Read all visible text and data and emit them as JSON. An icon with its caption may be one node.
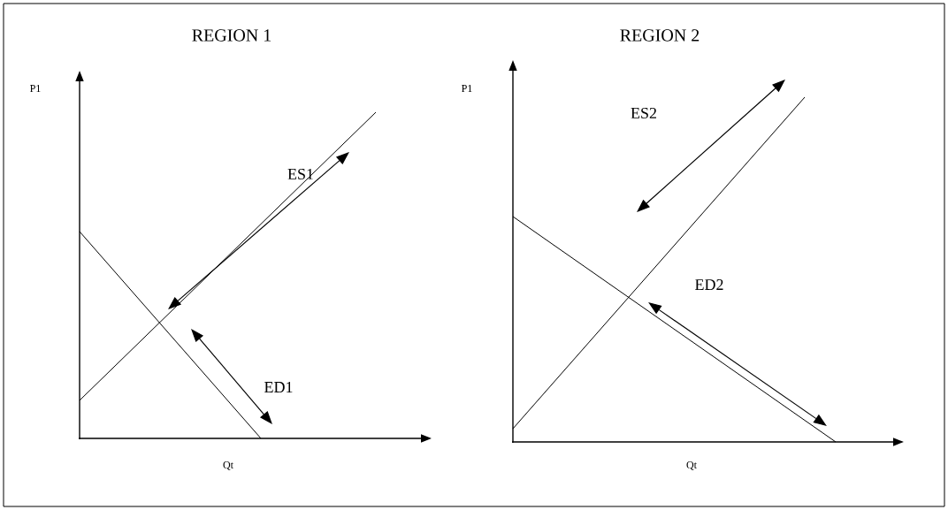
{
  "diagram": {
    "labels": [
      "REGION 1",
      "P1",
      "ES1",
      "ED1",
      "Qt",
      "REGION 2",
      "P1",
      "ES2",
      "ED2",
      "Qt"
    ]
  }
}
